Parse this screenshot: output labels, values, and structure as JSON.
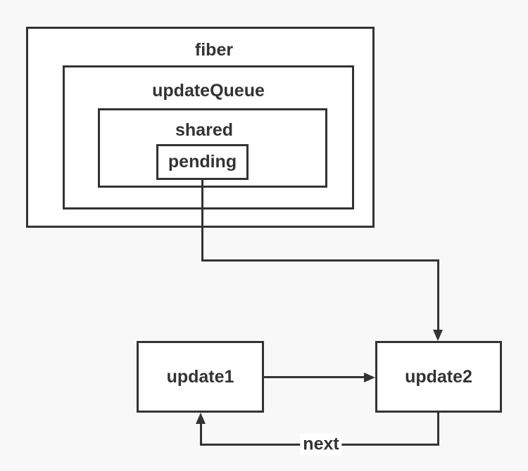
{
  "colors": {
    "background": "#f8f8f8",
    "node_fill": "#ffffff",
    "stroke": "#333333",
    "text": "#333333",
    "edge_label_background": "#ffffff"
  },
  "nodes": {
    "fiber": {
      "label": "fiber"
    },
    "update_queue": {
      "label": "updateQueue"
    },
    "shared": {
      "label": "shared"
    },
    "pending": {
      "label": "pending"
    },
    "update1": {
      "label": "update1"
    },
    "update2": {
      "label": "update2"
    }
  },
  "edges": {
    "pending_to_update2": {
      "label": ""
    },
    "update1_to_update2": {
      "label": ""
    },
    "update2_to_update1": {
      "label": "next"
    }
  }
}
